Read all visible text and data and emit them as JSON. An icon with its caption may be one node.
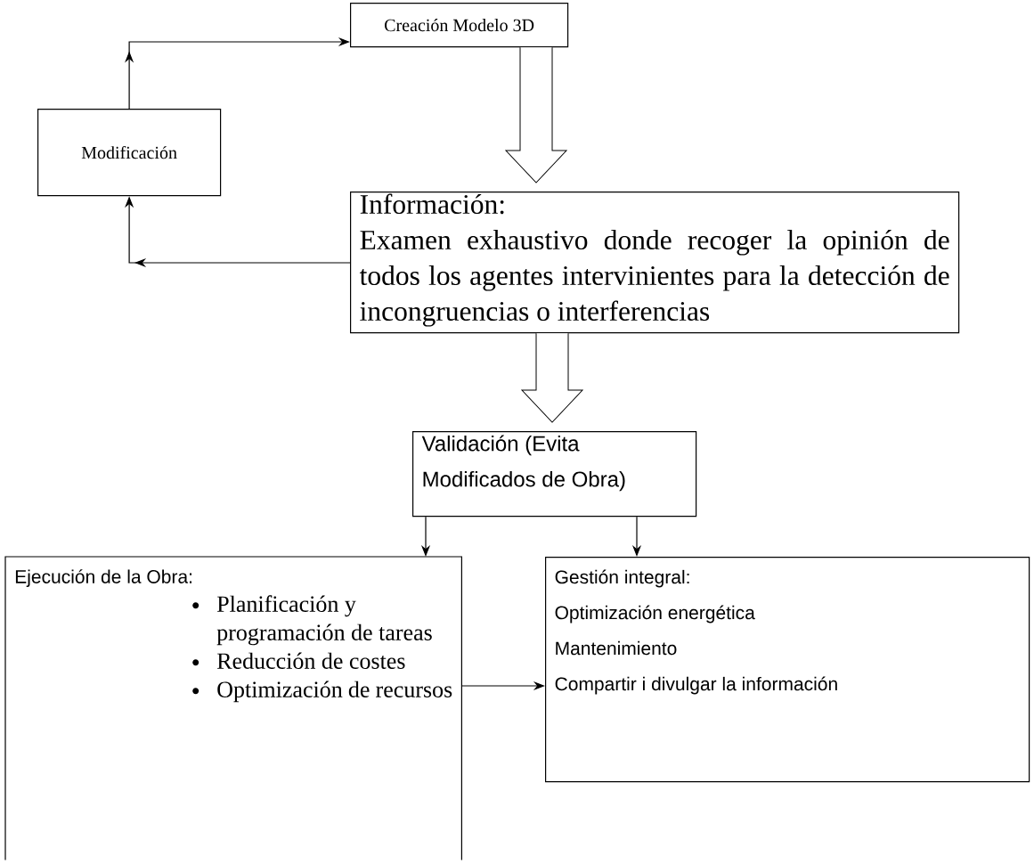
{
  "diagram": {
    "nodes": [
      {
        "text": [
          "Creación Modelo 3D"
        ]
      },
      {
        "text": [
          "Modificación"
        ]
      },
      {
        "text": [
          "Información:",
          "Examen exhaustivo donde recoger la opinión de todos los agentes intervinientes para la detección de incongruencias o interferencias"
        ]
      },
      {
        "text": [
          "Validación (Evita Modificados de Obra)"
        ]
      },
      {
        "text": [
          "Ejecución de la Obra:",
          "Planificación y programación de tareas",
          "Reducción de costes",
          "Optimización de recursos"
        ]
      },
      {
        "text": [
          "Gestión integral:",
          "Optimización energética",
          "Mantenimiento",
          "Compartir i divulgar la información"
        ]
      }
    ],
    "edges": [
      {
        "from": 1,
        "to": 0,
        "arrow": "to"
      },
      {
        "from": 2,
        "to": 1,
        "arrow": "to"
      },
      {
        "from": 0,
        "to": 2,
        "arrow": "to"
      },
      {
        "from": 2,
        "to": 3,
        "arrow": "to"
      },
      {
        "from": 3,
        "to": 4,
        "arrow": "to"
      },
      {
        "from": 3,
        "to": 5,
        "arrow": "to"
      },
      {
        "from": 4,
        "to": 5,
        "arrow": "to"
      }
    ]
  }
}
